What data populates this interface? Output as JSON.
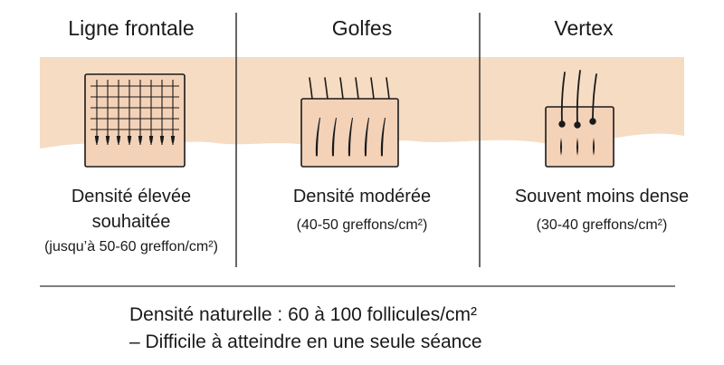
{
  "columns": [
    {
      "title": "Ligne frontale",
      "density_line1": "Densité élevée",
      "density_line2": "souhaitée",
      "range": "(jusqu’à 50-60 greffon/cm²)"
    },
    {
      "title": "Golfes",
      "density_line1": "Densité modérée",
      "range": "(40-50 greffons/cm²)"
    },
    {
      "title": "Vertex",
      "density_line1": "Souvent moins dense",
      "range": "(30-40 greffons/cm²)"
    }
  ],
  "footer": {
    "line1": "Densité naturelle : 60 à 100 follicules/cm²",
    "line2": "– Difficile à atteindre en une seule séance"
  },
  "colors": {
    "skin_band": "#f6dcc3",
    "patch": "#f3d2b8",
    "hair": "#1a1a1a",
    "divider": "#333333"
  }
}
